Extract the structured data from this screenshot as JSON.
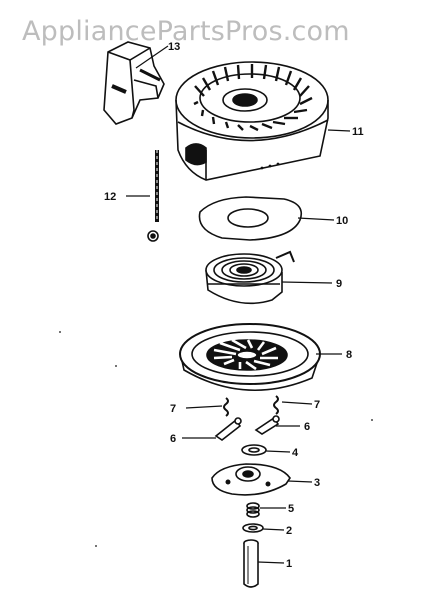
{
  "watermark": "AppliancePartsPros.com",
  "parts": [
    {
      "id": "13",
      "name": "starter-handle"
    },
    {
      "id": "11",
      "name": "starter-housing"
    },
    {
      "id": "12",
      "name": "starter-rope"
    },
    {
      "id": "10",
      "name": "washer-plate"
    },
    {
      "id": "9",
      "name": "recoil-spring"
    },
    {
      "id": "8",
      "name": "pulley"
    },
    {
      "id": "7",
      "name": "pawl-spring"
    },
    {
      "id": "6",
      "name": "pawl"
    },
    {
      "id": "4",
      "name": "washer"
    },
    {
      "id": "3",
      "name": "retainer-plate"
    },
    {
      "id": "5",
      "name": "spring"
    },
    {
      "id": "2",
      "name": "washer-small"
    },
    {
      "id": "1",
      "name": "screw"
    }
  ],
  "labels": {
    "p13": "13",
    "p11": "11",
    "p12": "12",
    "p10": "10",
    "p9": "9",
    "p8": "8",
    "p7a": "7",
    "p7b": "7",
    "p6a": "6",
    "p6b": "6",
    "p4": "4",
    "p3": "3",
    "p5": "5",
    "p2": "2",
    "p1": "1"
  }
}
